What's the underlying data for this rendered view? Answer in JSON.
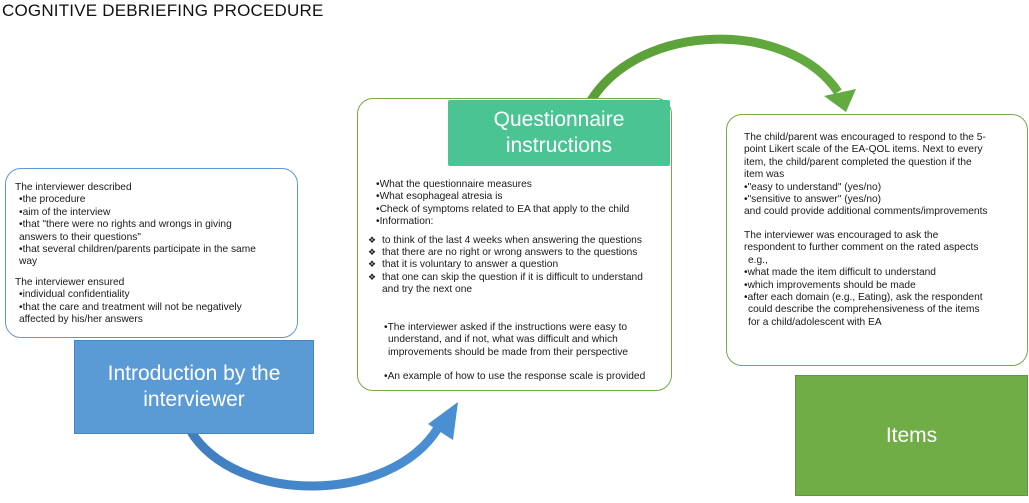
{
  "title": "COGNITIVE DEBRIEFING PROCEDURE",
  "colors": {
    "blue": "#5b9bd5",
    "teal": "#4bc494",
    "green": "#70ad47"
  },
  "intro": {
    "label_line1": "Introduction by the",
    "label_line2": "interviewer",
    "described_heading": "The interviewer described",
    "described_items": [
      "•the procedure",
      "•aim of the interview",
      "•that \"there were no rights and wrongs in giving",
      "answers to their questions\"",
      "•that several children/parents participate in the same",
      "way"
    ],
    "ensured_heading": "The interviewer ensured",
    "ensured_items": [
      "•individual confidentiality",
      "•that the care and treatment will not be negatively",
      "affected by his/her answers"
    ]
  },
  "questionnaire": {
    "label_line1": "Questionnaire",
    "label_line2": "instructions",
    "bullets": [
      "•What the questionnaire measures",
      "•What esophageal atresia is",
      "•Check of symptoms related to EA that apply to the child",
      "•Information:"
    ],
    "info_items": [
      "to think of the last 4 weeks when answering the questions",
      "that there are no right or wrong answers to the questions",
      "that it is voluntary to answer a question",
      "that one can skip the question if it is difficult to understand",
      "and try the next one"
    ],
    "asked": [
      "•The interviewer asked if the instructions were easy to",
      "understand, and if not, what was difficult and which",
      "improvements should be made from their perspective"
    ],
    "example": "•An example of how to use the response scale is provided"
  },
  "items": {
    "label": "Items",
    "para1": [
      "The child/parent was encouraged to respond to the 5-",
      "point Likert scale of the EA-QOL items. Next to every",
      "item, the child/parent completed the question if the",
      "item was",
      "•\"easy to understand\" (yes/no)",
      "•\"sensitive to answer\" (yes/no)",
      "and could provide additional comments/improvements"
    ],
    "para2": [
      "The interviewer was encouraged to ask the",
      "respondent to further comment on the rated aspects",
      "e.g.,",
      "•what made the item difficult to understand",
      "•which improvements should be made",
      "•after each domain (e.g., Eating), ask the respondent",
      "could describe the comprehensiveness of the items",
      "for a child/adolescent with EA"
    ]
  }
}
